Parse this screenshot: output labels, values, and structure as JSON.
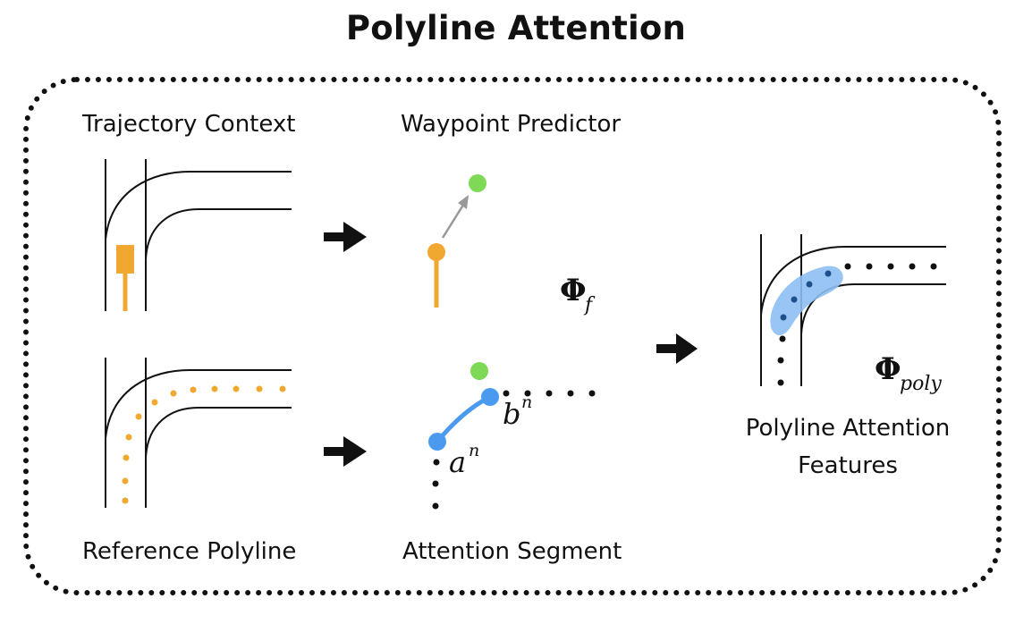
{
  "title": "Polyline Attention",
  "labels": {
    "trajectory_context": "Trajectory Context",
    "waypoint_predictor": "Waypoint Predictor",
    "reference_polyline": "Reference Polyline",
    "attention_segment": "Attention Segment",
    "polyline_attention_features_line1": "Polyline Attention",
    "polyline_attention_features_line2": "Features"
  },
  "math": {
    "phi": "Φ",
    "phi_f_sub": "f",
    "phi_poly_sub": "poly",
    "a_base": "a",
    "a_sup": "n",
    "b_base": "b",
    "b_sup": "n"
  },
  "colors": {
    "vehicle_orange": "#F0A830",
    "waypoint_green": "#7ED957",
    "segment_blue": "#4A9BF0",
    "highlight_blue": "#8DBFF3",
    "ink": "#111111"
  }
}
